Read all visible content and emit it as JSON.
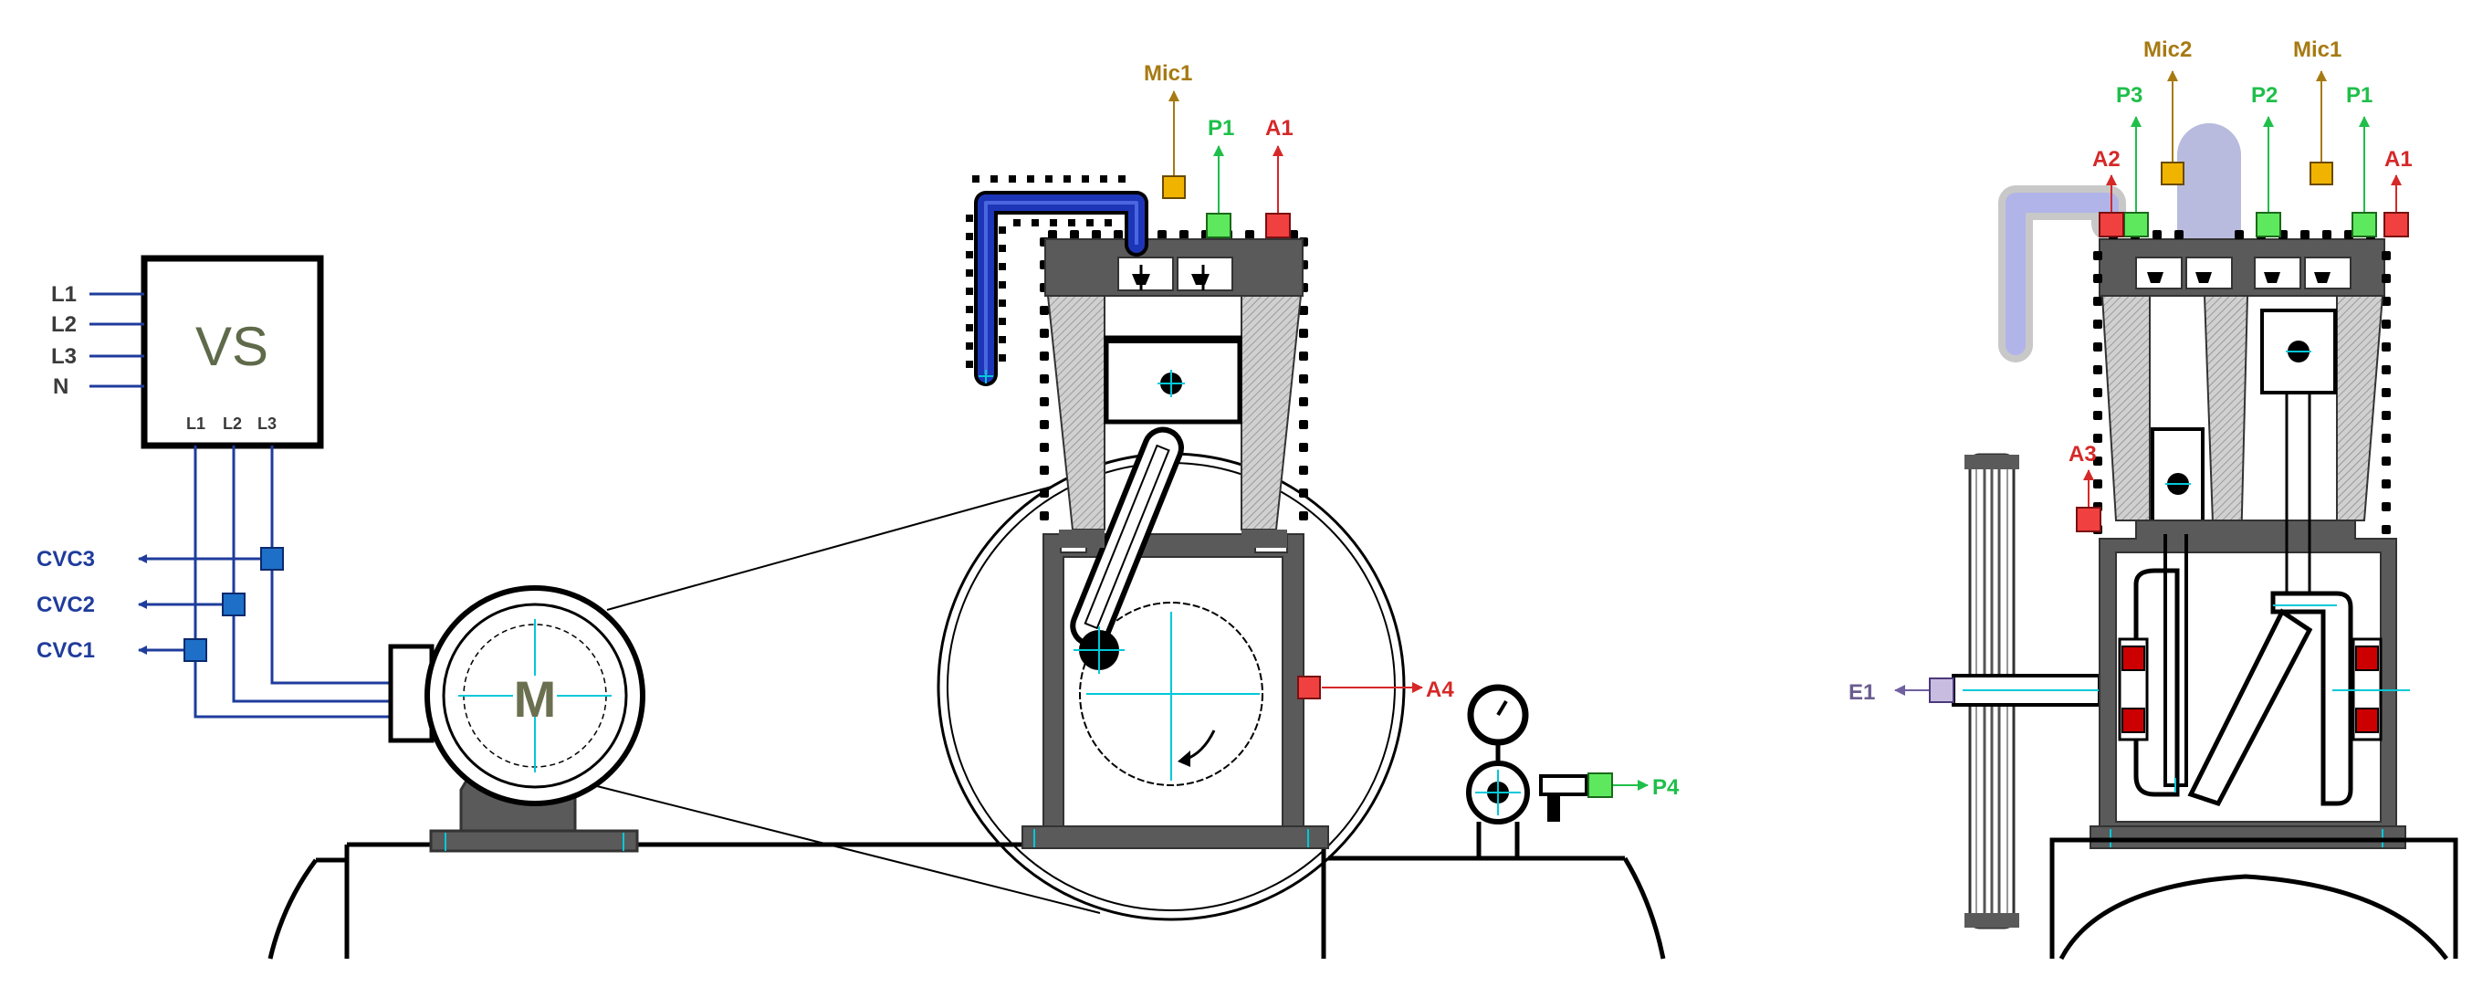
{
  "colors": {
    "blue_wire": "#1f3c9c",
    "red_sensor": "#d62828",
    "green_sensor": "#1fbf4a",
    "amber_sensor": "#e0a000",
    "amber_text": "#a67a12",
    "purple_sensor": "#7060a0",
    "body_gray": "#5a5a5a",
    "dark_gray": "#4a4a4a",
    "light_hatch": "#bcbcbc",
    "cyan_axis": "#00c8d8",
    "hose_blue": "#1d36b8",
    "ghost_blue": "#a9ade8"
  },
  "vs_panel": {
    "label": "VS",
    "inputs": [
      "L1",
      "L2",
      "L3",
      "N"
    ],
    "outputs": [
      "L1",
      "L2",
      "L3"
    ]
  },
  "cvc_sensors": [
    "CVC3",
    "CVC2",
    "CVC1"
  ],
  "motor": {
    "label": "M"
  },
  "left_compressor": {
    "top_sensors": {
      "mic": "Mic1",
      "pressure": "P1",
      "accel": "A1"
    },
    "side_accel": "A4",
    "discharge_pressure": "P4"
  },
  "right_compressor": {
    "top_sensors": {
      "mic2": "Mic2",
      "mic1": "Mic1",
      "p3": "P3",
      "p2": "P2",
      "p1": "P1",
      "a2": "A2",
      "a1": "A1"
    },
    "side_accel": "A3",
    "encoder": "E1"
  }
}
